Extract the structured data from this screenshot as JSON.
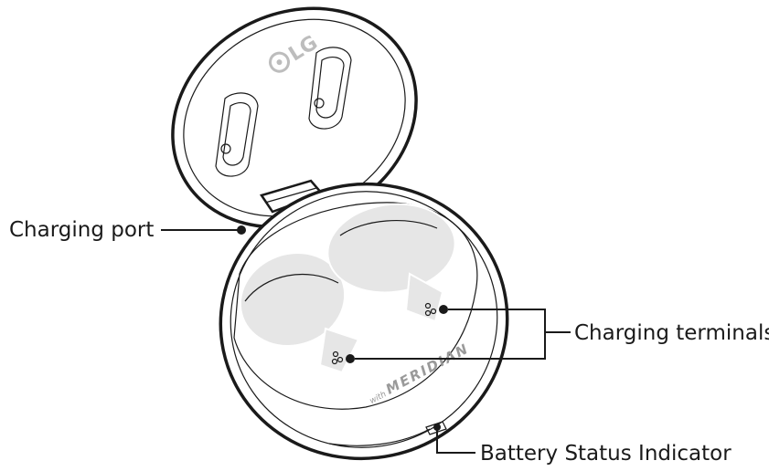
{
  "labels": {
    "charging_port": "Charging port",
    "charging_terminals": "Charging terminals",
    "battery_status_indicator": "Battery Status Indicator"
  },
  "case_markings": {
    "lid_logo": "LG",
    "with_text": "with",
    "meridian_text": "MERIDIAN"
  },
  "colors": {
    "stroke": "#1a1a1a",
    "earbud_fill": "#e6e6e6",
    "background": "#ffffff"
  }
}
